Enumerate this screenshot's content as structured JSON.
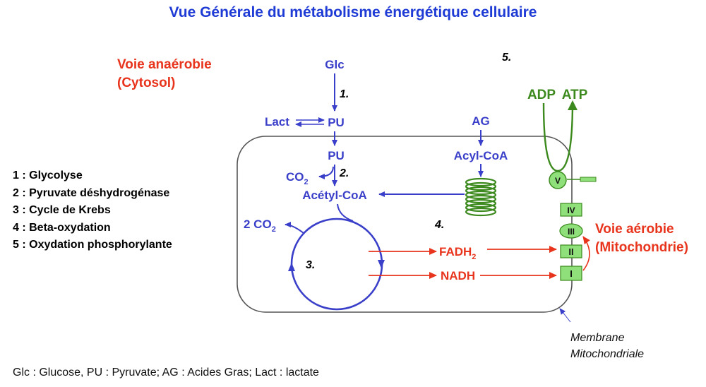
{
  "title": "Vue Générale du métabolisme énergétique cellulaire",
  "anaerobic": {
    "line1": "Voie anaérobie",
    "line2": "(Cytosol)"
  },
  "aerobic": {
    "line1": "Voie aérobie",
    "line2": "(Mitochondrie)"
  },
  "legend": [
    "1 : Glycolyse",
    "2 : Pyruvate déshydrogénase",
    "3 : Cycle de Krebs",
    "4 : Beta-oxydation",
    "5 : Oxydation phosphorylante"
  ],
  "abbreviations": "Glc : Glucose, PU : Pyruvate; AG : Acides Gras; Lact : lactate",
  "membrane": {
    "line1": "Membrane",
    "line2": "Mitochondriale"
  },
  "nodes": {
    "glc": "Glc",
    "lact": "Lact",
    "pu_cytosol": "PU",
    "pu_mito": "PU",
    "co2": "CO",
    "co2_sub": "2",
    "acetylcoa": "Acétyl-CoA",
    "co2x2": "2 CO",
    "co2x2_sub": "2",
    "ag": "AG",
    "acylcoa": "Acyl-CoA",
    "fadh": "FADH",
    "fadh_sub": "2",
    "nadh": "NADH",
    "adp": "ADP",
    "atp": "ATP"
  },
  "step_numbers": {
    "s1": "1.",
    "s2": "2.",
    "s3": "3.",
    "s4": "4.",
    "s5": "5."
  },
  "complexes": {
    "c1": "I",
    "c2": "II",
    "c3": "III",
    "c4": "IV",
    "c5": "V"
  },
  "colors": {
    "blue": "#3a3fc9",
    "red": "#e8341c",
    "green": "#3c8a1e",
    "complex_fill": "#8fe07a"
  }
}
